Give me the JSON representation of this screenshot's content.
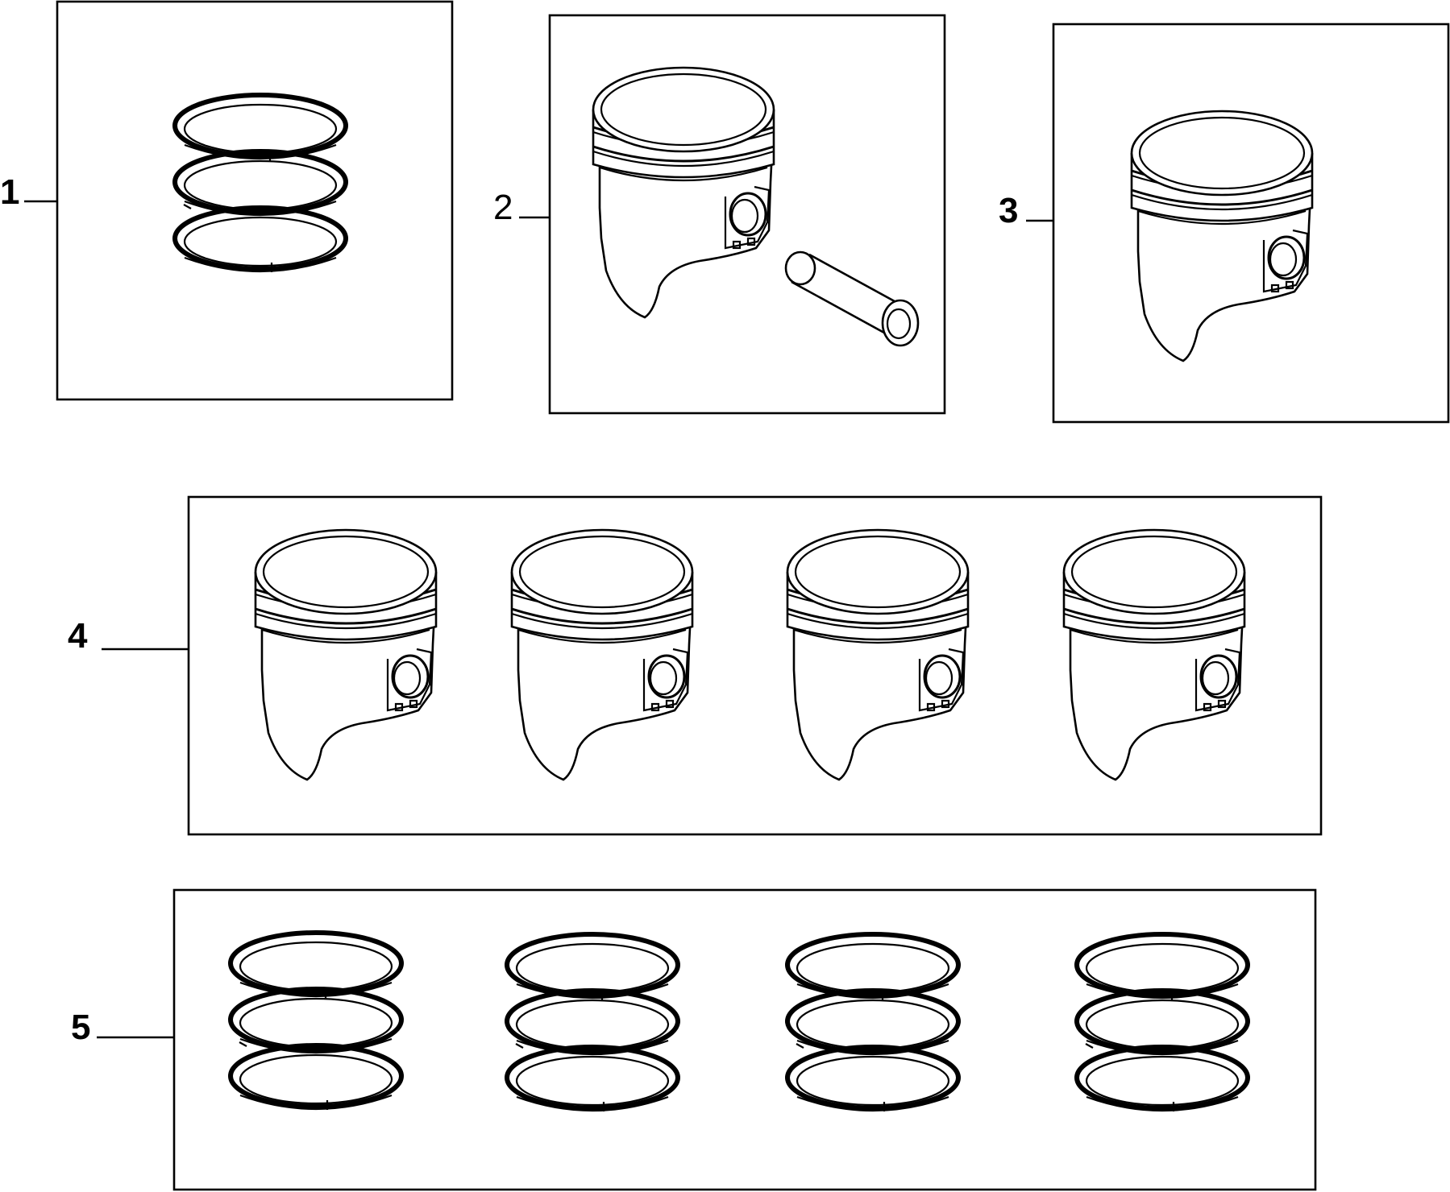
{
  "callouts": [
    {
      "id": 1,
      "label": "1",
      "bold": true,
      "part": "piston-ring-set"
    },
    {
      "id": 2,
      "label": "2",
      "bold": false,
      "part": "piston-with-pin"
    },
    {
      "id": 3,
      "label": "3",
      "bold": true,
      "part": "piston"
    },
    {
      "id": 4,
      "label": "4",
      "bold": true,
      "part": "piston-set-of-four"
    },
    {
      "id": 5,
      "label": "5",
      "bold": true,
      "part": "piston-ring-sets-for-four-pistons"
    }
  ],
  "colors": {
    "line": "#000000",
    "background": "#ffffff"
  }
}
